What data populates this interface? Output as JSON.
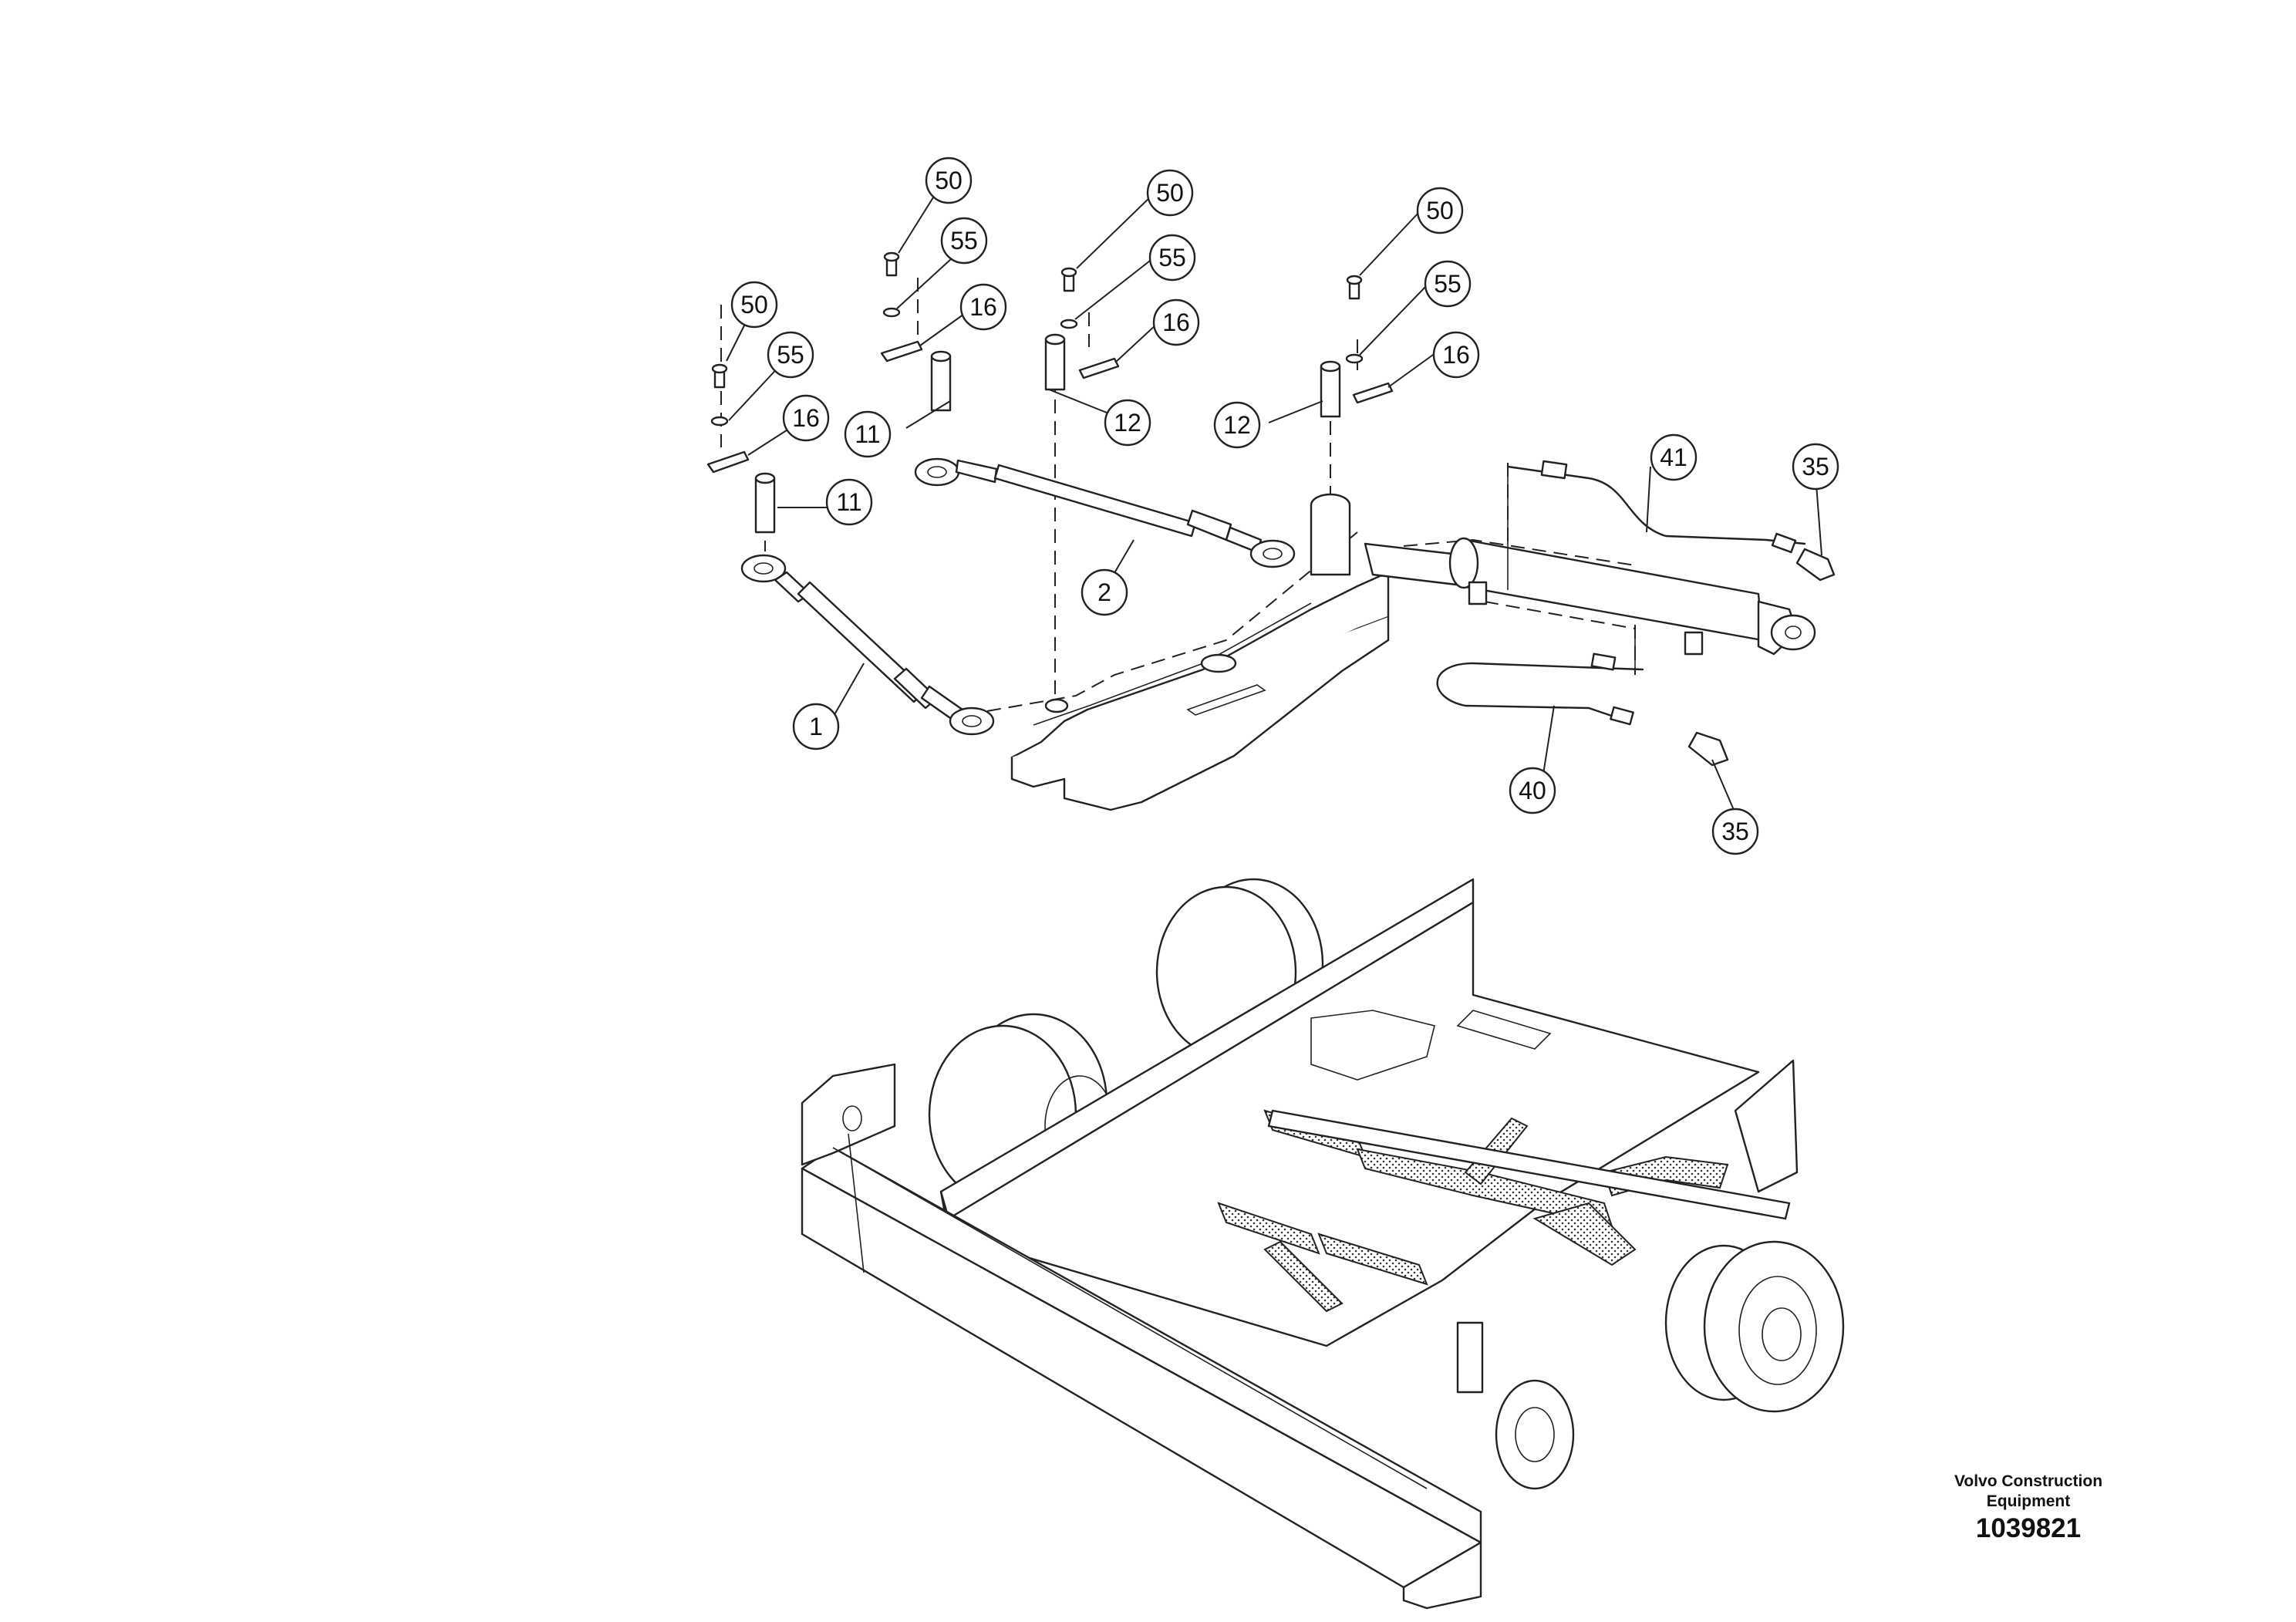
{
  "brand": {
    "line1": "Volvo Construction",
    "line2": "Equipment"
  },
  "drawing_number": "1039821",
  "callouts": {
    "c50a": "50",
    "c55a": "55",
    "c16a": "16",
    "c11a": "11",
    "c50b": "50",
    "c55b": "55",
    "c16b": "16",
    "c11b": "11",
    "c50c": "50",
    "c55c": "55",
    "c16c": "16",
    "c12a": "12",
    "c50d": "50",
    "c55d": "55",
    "c16d": "16",
    "c12b": "12",
    "c1": "1",
    "c2": "2",
    "c41": "41",
    "c35a": "35",
    "c40": "40",
    "c35b": "35"
  }
}
